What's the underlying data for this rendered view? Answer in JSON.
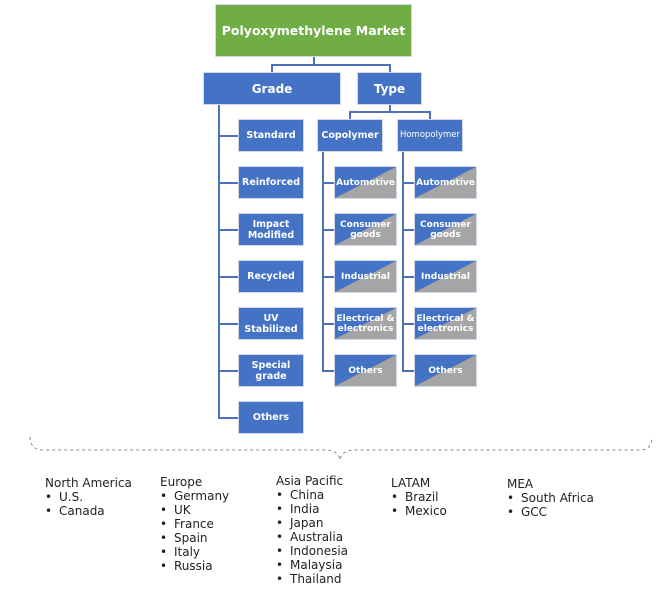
{
  "title": "Polyoxymethylene Market",
  "grade": {
    "label": "Grade",
    "items": [
      "Standard",
      "Reinforced",
      "Impact Modified",
      "Recycled",
      "UV Stabilized",
      "Special grade",
      "Others"
    ]
  },
  "type": {
    "label": "Type",
    "copolymer": {
      "label": "Copolymer",
      "items": [
        "Automotive",
        "Consumer goods",
        "Industrial",
        "Electrical & electronics",
        "Others"
      ]
    },
    "homopolymer": {
      "label": "Homopolymer",
      "items": [
        "Automotive",
        "Consumer goods",
        "Industrial",
        "Electrical & electronics",
        "Others"
      ]
    }
  },
  "regions": [
    {
      "name": "North America",
      "countries": [
        "U.S.",
        "Canada"
      ]
    },
    {
      "name": "Europe",
      "countries": [
        "Germany",
        "UK",
        "France",
        "Spain",
        "Italy",
        "Russia"
      ]
    },
    {
      "name": "Asia Pacific",
      "countries": [
        "China",
        "India",
        "Japan",
        "Australia",
        "Indonesia",
        "Malaysia",
        "Thailand"
      ]
    },
    {
      "name": "LATAM",
      "countries": [
        "Brazil",
        "Mexico"
      ]
    },
    {
      "name": "MEA",
      "countries": [
        "South Africa",
        "GCC"
      ]
    }
  ],
  "colors": {
    "green": "#70ad47",
    "blue": "#4472c4",
    "gray": "#a5a5a5"
  }
}
